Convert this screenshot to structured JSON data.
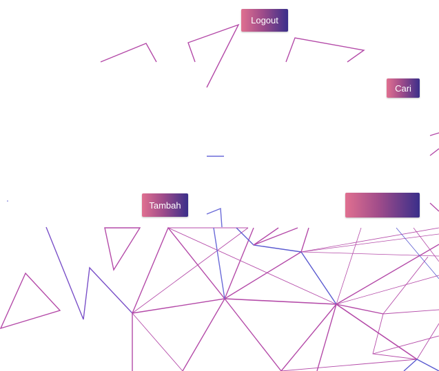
{
  "buttons": {
    "logout_label": "Logout",
    "search_label": "Cari",
    "add_label": "Tambah",
    "blank_label": ""
  },
  "theme": {
    "gradient_start": "#e07090",
    "gradient_mid": "#a04c8a",
    "gradient_end": "#3a2f8a",
    "line_pink": "#c04aa0",
    "line_blue": "#5a5ad0"
  }
}
